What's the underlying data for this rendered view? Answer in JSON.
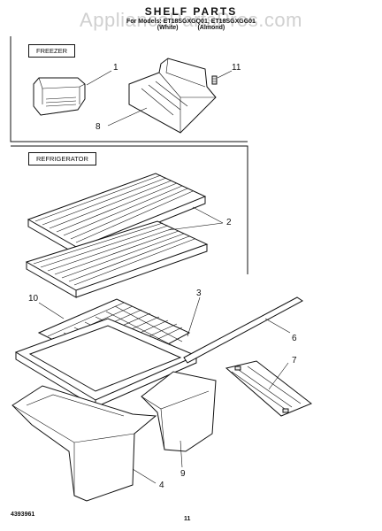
{
  "header": {
    "watermark": "AppliancePartsPros.com",
    "title": "SHELF PARTS",
    "subtitle": "For Models: ET18SGXGQ01, ET18SGXGG01",
    "colors": [
      "(White)",
      "(Almond)"
    ]
  },
  "sections": {
    "freezer": "FREEZER",
    "refrigerator": "REFRIGERATOR"
  },
  "callouts": {
    "c1": "1",
    "c11": "11",
    "c8": "8",
    "c2": "2",
    "c10": "10",
    "c3": "3",
    "c6": "6",
    "c7": "7",
    "c4": "4",
    "c9": "9"
  },
  "footer": {
    "doc_number": "4393961",
    "page_number": "11"
  }
}
